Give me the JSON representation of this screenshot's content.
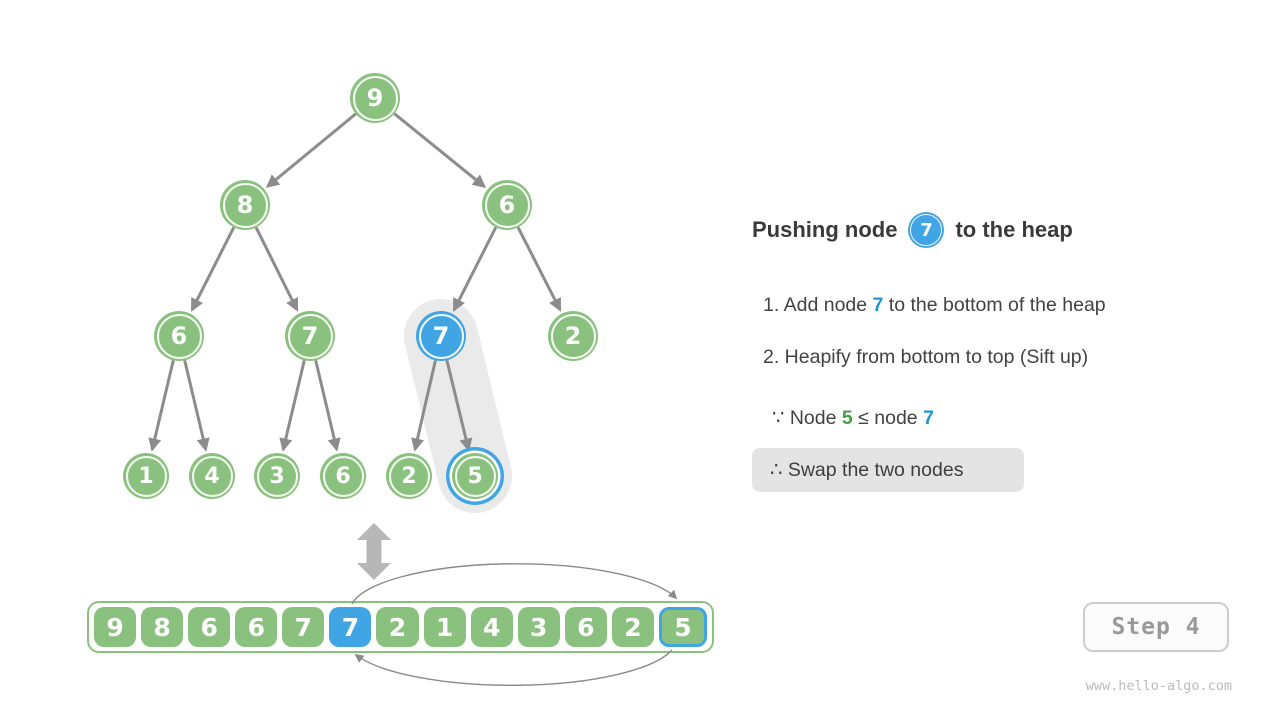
{
  "diagram": {
    "tree_nodes": [
      "9",
      "8",
      "6",
      "6",
      "7",
      "7",
      "2",
      "1",
      "4",
      "3",
      "6",
      "2",
      "5"
    ],
    "array_values": [
      "9",
      "8",
      "6",
      "6",
      "7",
      "7",
      "2",
      "1",
      "4",
      "3",
      "6",
      "2",
      "5"
    ],
    "highlight_tree_index_blue": 5,
    "highlight_tree_index_ring": 12,
    "highlight_array_index_blue": 5,
    "highlight_array_index_ring": 12
  },
  "panel": {
    "heading": {
      "prefix": "Pushing node",
      "node": "7",
      "suffix": "to the heap"
    },
    "step1": {
      "pre": "1. Add node ",
      "num": "7",
      "post": " to the bottom of the heap"
    },
    "step2": "2. Heapify from bottom to top (Sift up)",
    "because": {
      "pre": "∵ Node ",
      "green": "5",
      "mid": " ≤ node ",
      "blue": "7"
    },
    "therefore": "∴ Swap the two nodes"
  },
  "footer": {
    "step_badge": "Step 4",
    "watermark": "www.hello-algo.com"
  },
  "colors": {
    "node_green": "#8BC17E",
    "node_blue": "#41A4E5",
    "edge_gray": "#8C8C8C",
    "swap_highlight_gray": "#EAEAEA",
    "therefore_box_gray": "#E4E4E4",
    "text_blue": "#2095D8",
    "text_green": "#43A047"
  }
}
